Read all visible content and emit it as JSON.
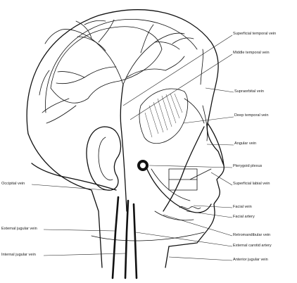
{
  "labels": {
    "superficial_temporal_vein": "Superficial temporal vein",
    "middle_temporal_vein": "Middle temporal vein",
    "supraorbital_vein": "Supraorbital vein",
    "deep_temporal_vein": "Deep temporal vein",
    "angular_vein": "Angular vein",
    "pterygoid_plexus": "Pterygoid plexus",
    "superficial_labial_vein": "Superficial labial vein",
    "facial_vein": "Facial vein",
    "facial_artery": "Facial artery",
    "retromandibular_vein": "Retromandibular vein",
    "external_carotid_artery": "External carotid artery",
    "anterior_jugular_vein": "Anterior jugular vein",
    "occipital_vein": "Occipital vein",
    "external_jugular_vein": "External jugular vein",
    "internal_jugular_vein": "Internal jugular vein"
  }
}
